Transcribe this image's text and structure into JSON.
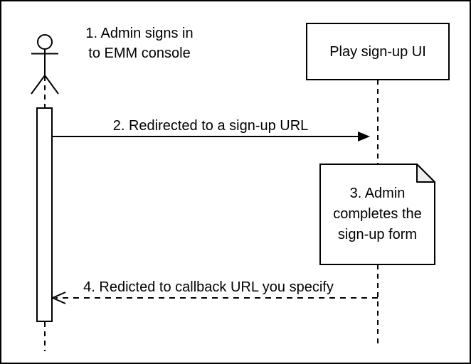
{
  "diagram": {
    "type": "sequence-diagram",
    "colors": {
      "background": "#ffffff",
      "line": "#000000",
      "shape_fill": "#ffffff",
      "note_fold": "#eeeeee"
    },
    "actor": {
      "message": "1. Admin signs in\nto EMM console"
    },
    "participant": {
      "label": "Play sign-up UI"
    },
    "messages": {
      "redirect": "2. Redirected to a sign-up URL",
      "callback": "4. Redicted to callback URL you specify"
    },
    "note": {
      "text": "3. Admin\ncompletes the\nsign-up form"
    }
  }
}
